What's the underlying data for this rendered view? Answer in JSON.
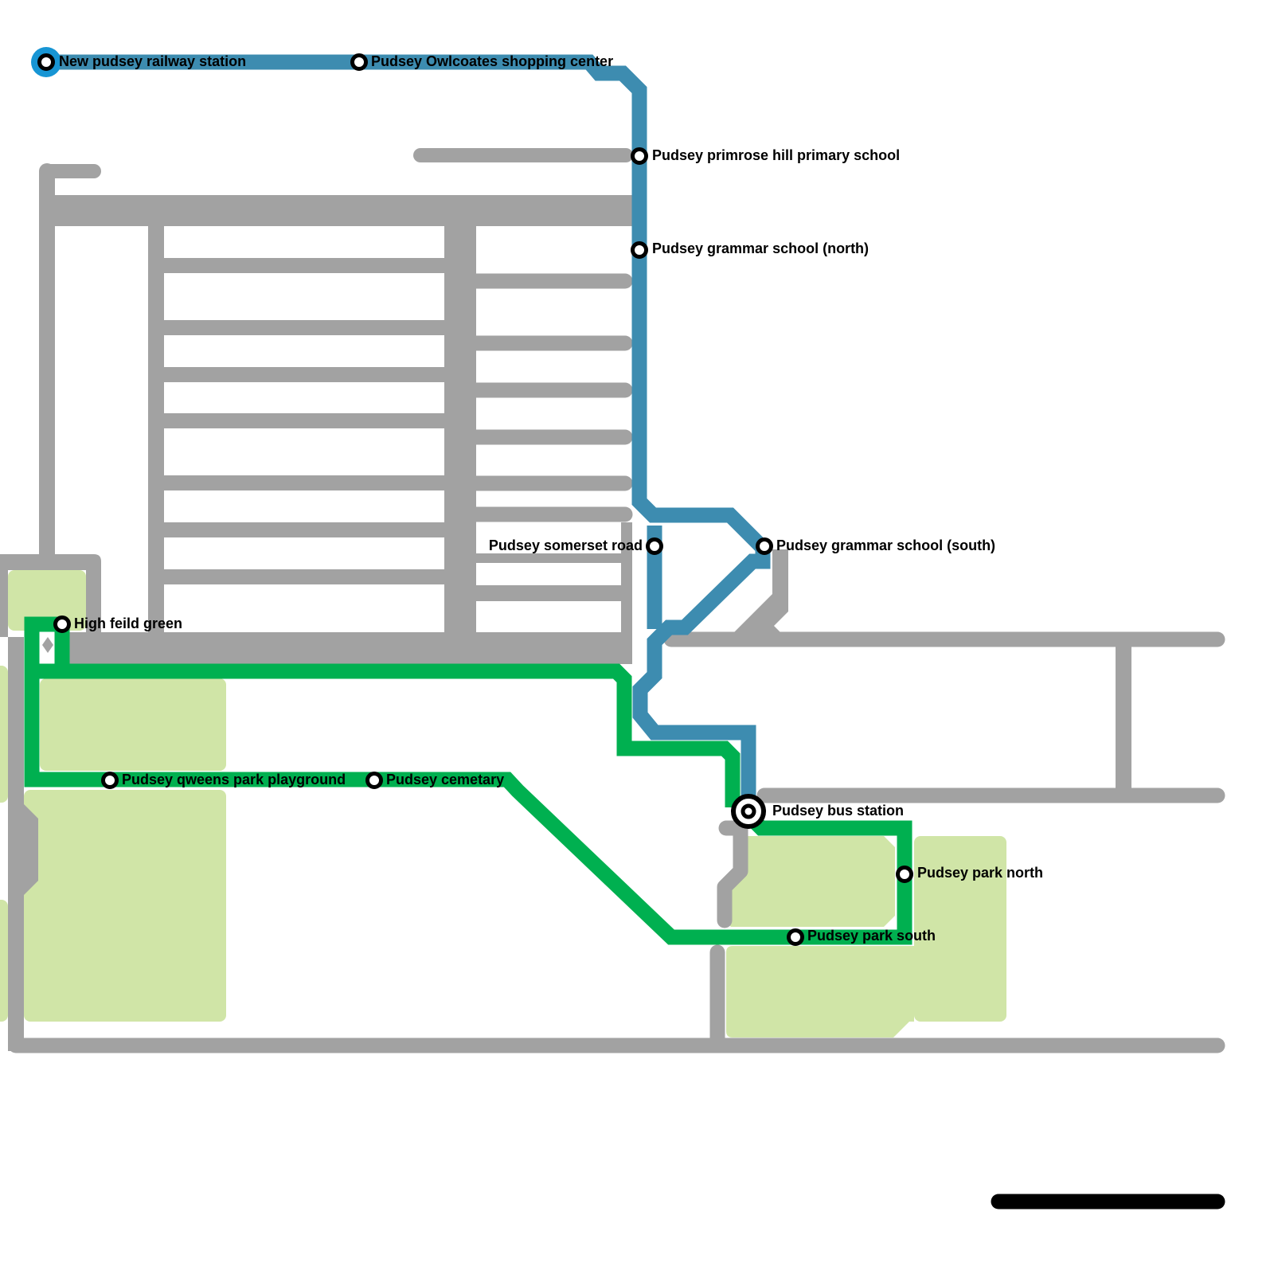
{
  "map": {
    "colors": {
      "background": "#ffffff",
      "road": "#a2a2a2",
      "park": "#d0e5a7",
      "line_blue": "#3d8cb0",
      "line_green": "#00b050",
      "terminus_ring": "#1795d4",
      "station_stroke": "#000000",
      "station_fill": "#ffffff",
      "scale_bar": "#000000"
    },
    "lines": [
      {
        "id": "blue",
        "name": "Blue line",
        "color": "#3d8cb0",
        "stations": [
          "New pudsey railway station",
          "Pudsey Owlcoates shopping center",
          "Pudsey primrose hill primary school",
          "Pudsey grammar school (north)",
          "Pudsey somerset road",
          "Pudsey grammar school (south)",
          "Pudsey bus station"
        ]
      },
      {
        "id": "green",
        "name": "Green line",
        "color": "#00b050",
        "stations": [
          "High feild green",
          "Pudsey qweens park playground",
          "Pudsey cemetary",
          "Pudsey park south",
          "Pudsey park north",
          "Pudsey bus station"
        ]
      }
    ],
    "stations": [
      {
        "id": "new-pudsey",
        "label": "New pudsey railway station",
        "type": "terminus",
        "lines": [
          "blue"
        ]
      },
      {
        "id": "owlcoates",
        "label": "Pudsey Owlcoates shopping center",
        "type": "stop",
        "lines": [
          "blue"
        ]
      },
      {
        "id": "primrose",
        "label": "Pudsey primrose hill primary school",
        "type": "stop",
        "lines": [
          "blue"
        ]
      },
      {
        "id": "grammar-north",
        "label": "Pudsey grammar school (north)",
        "type": "stop",
        "lines": [
          "blue"
        ]
      },
      {
        "id": "somerset",
        "label": "Pudsey somerset road",
        "type": "stop",
        "lines": [
          "blue"
        ]
      },
      {
        "id": "grammar-south",
        "label": "Pudsey grammar school (south)",
        "type": "stop",
        "lines": [
          "blue"
        ]
      },
      {
        "id": "high-feild",
        "label": "High feild green",
        "type": "stop",
        "lines": [
          "green"
        ]
      },
      {
        "id": "qweens-park",
        "label": "Pudsey qweens park playground",
        "type": "stop",
        "lines": [
          "green"
        ]
      },
      {
        "id": "cemetary",
        "label": "Pudsey cemetary",
        "type": "stop",
        "lines": [
          "green"
        ]
      },
      {
        "id": "bus-station",
        "label": "Pudsey bus station",
        "type": "interchange",
        "lines": [
          "blue",
          "green"
        ]
      },
      {
        "id": "park-north",
        "label": "Pudsey park north",
        "type": "stop",
        "lines": [
          "green"
        ]
      },
      {
        "id": "park-south",
        "label": "Pudsey park south",
        "type": "stop",
        "lines": [
          "green"
        ]
      }
    ]
  }
}
